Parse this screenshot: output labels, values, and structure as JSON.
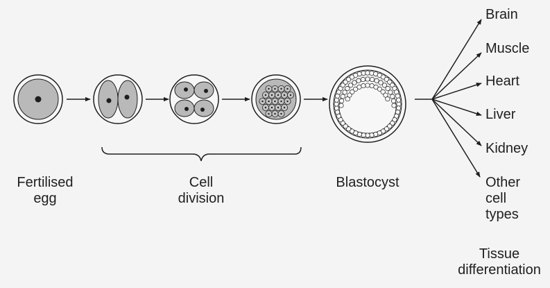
{
  "labels": {
    "fertilised_egg": [
      "Fertilised",
      "egg"
    ],
    "cell_division": [
      "Cell",
      "division"
    ],
    "blastocyst": "Blastocyst",
    "tissue_differentiation": [
      "Tissue",
      "differentiation"
    ]
  },
  "cell_types": [
    [
      "Brain"
    ],
    [
      "Muscle"
    ],
    [
      "Heart"
    ],
    [
      "Liver"
    ],
    [
      "Kidney"
    ],
    [
      "Other",
      "cell",
      "types"
    ]
  ],
  "colors": {
    "background": "#f4f4f4",
    "ink": "#1e1e1e",
    "cytoplasm": "#b9b9b9"
  }
}
